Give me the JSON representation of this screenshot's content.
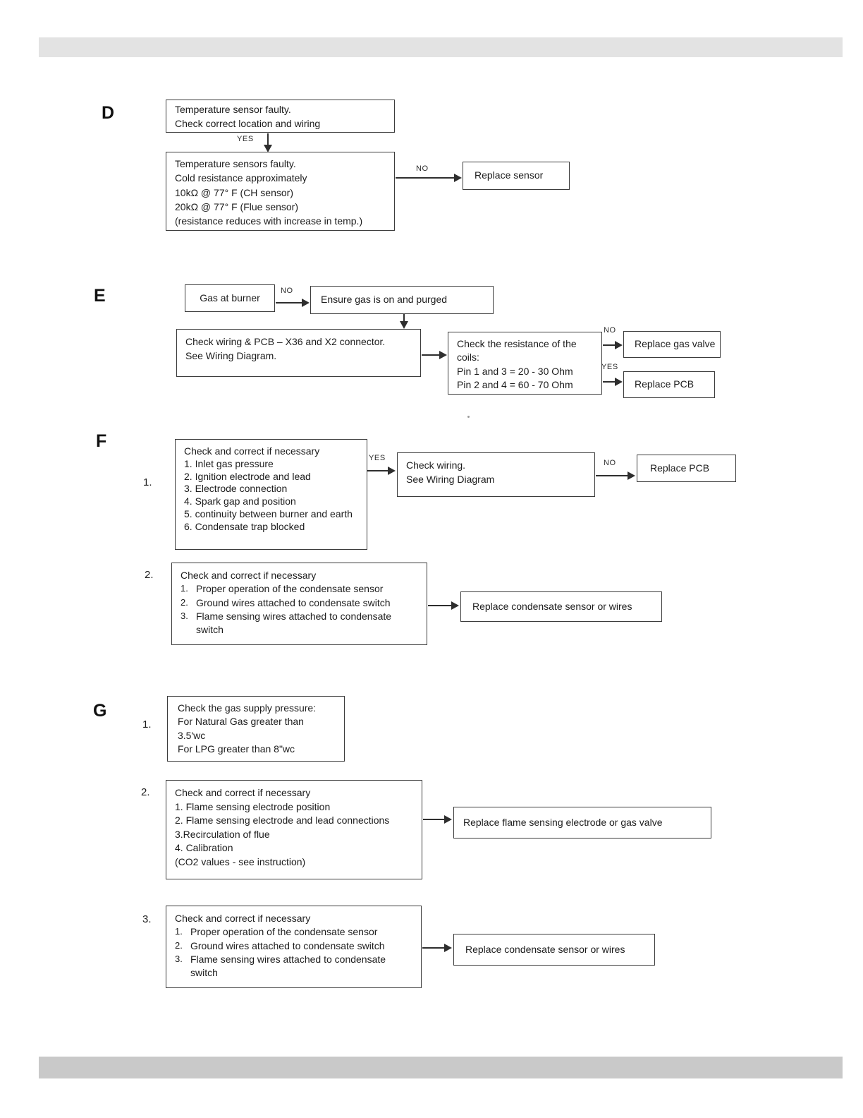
{
  "edge_labels": {
    "yes": "YES",
    "no": "NO"
  },
  "colors": {
    "text": "#1c1c1c",
    "box_border": "#3c3c3c",
    "top_bar": "#e3e3e3",
    "bottom_bar": "#c9c9c9"
  },
  "sections": {
    "d": {
      "letter": "D",
      "fault_box": {
        "lines": [
          "Temperature sensor faulty.",
          "Check correct location and wiring"
        ]
      },
      "detail_box": {
        "lines": [
          "Temperature sensors faulty.",
          "Cold resistance approximately",
          "10kΩ @ 77° F (CH sensor)",
          "20kΩ @ 77° F (Flue sensor)",
          "(resistance reduces with increase in temp.)"
        ]
      },
      "replace_box": {
        "label": "Replace sensor"
      }
    },
    "e": {
      "letter": "E",
      "gas_box": {
        "label": "Gas at burner"
      },
      "ensure_box": {
        "label": "Ensure gas is on and purged"
      },
      "wiring_box": {
        "lines": [
          "Check wiring & PCB – X36 and X2 connector.",
          "See Wiring Diagram."
        ]
      },
      "resistance_box": {
        "lines": [
          "Check the resistance of the",
          "coils:",
          "Pin 1 and 3 = 20 - 30 Ohm",
          "Pin 2 and 4 = 60 - 70 Ohm"
        ]
      },
      "replace_valve_box": {
        "label": "Replace gas valve"
      },
      "replace_pcb_box": {
        "label": "Replace PCB"
      }
    },
    "f": {
      "letter": "F",
      "step1": {
        "number": "1.",
        "check_box": {
          "lines": [
            "Check and correct if necessary",
            "1. Inlet gas pressure",
            "2. Ignition electrode and lead",
            "3. Electrode connection",
            "4. Spark gap and position",
            "5. continuity between burner and earth",
            "6. Condensate trap blocked"
          ]
        },
        "wiring_box": {
          "lines": [
            "Check wiring.",
            "See Wiring Diagram"
          ]
        },
        "replace_box": {
          "label": "Replace PCB"
        }
      },
      "step2": {
        "number": "2.",
        "check_box": {
          "title": "Check and correct if necessary",
          "items": [
            {
              "num": "1.",
              "text": "Proper operation of the condensate sensor"
            },
            {
              "num": "2.",
              "text": "Ground wires attached to condensate switch"
            },
            {
              "num": "3.",
              "text": "Flame sensing wires attached to condensate switch"
            }
          ]
        },
        "replace_box": {
          "label": "Replace condensate sensor or wires"
        }
      }
    },
    "g": {
      "letter": "G",
      "step1": {
        "number": "1.",
        "pressure_box": {
          "lines": [
            "Check the gas supply pressure:",
            "For Natural Gas greater than",
            "3.5'wc",
            "For LPG greater than 8\"wc"
          ]
        }
      },
      "step2": {
        "number": "2.",
        "check_box": {
          "lines": [
            "Check and correct if necessary",
            "1. Flame sensing electrode position",
            "2. Flame sensing electrode and lead connections",
            "3.Recirculation of flue",
            "4. Calibration",
            "(CO2 values - see instruction)"
          ]
        },
        "replace_box": {
          "label": "Replace flame sensing electrode or gas valve"
        }
      },
      "step3": {
        "number": "3.",
        "check_box": {
          "title": "Check and correct if necessary",
          "items": [
            {
              "num": "1.",
              "text": "Proper operation of the condensate sensor"
            },
            {
              "num": "2.",
              "text": "Ground wires attached to condensate switch"
            },
            {
              "num": "3.",
              "text": "Flame sensing wires attached to condensate switch"
            }
          ]
        },
        "replace_box": {
          "label": "Replace condensate sensor or wires"
        }
      }
    }
  }
}
